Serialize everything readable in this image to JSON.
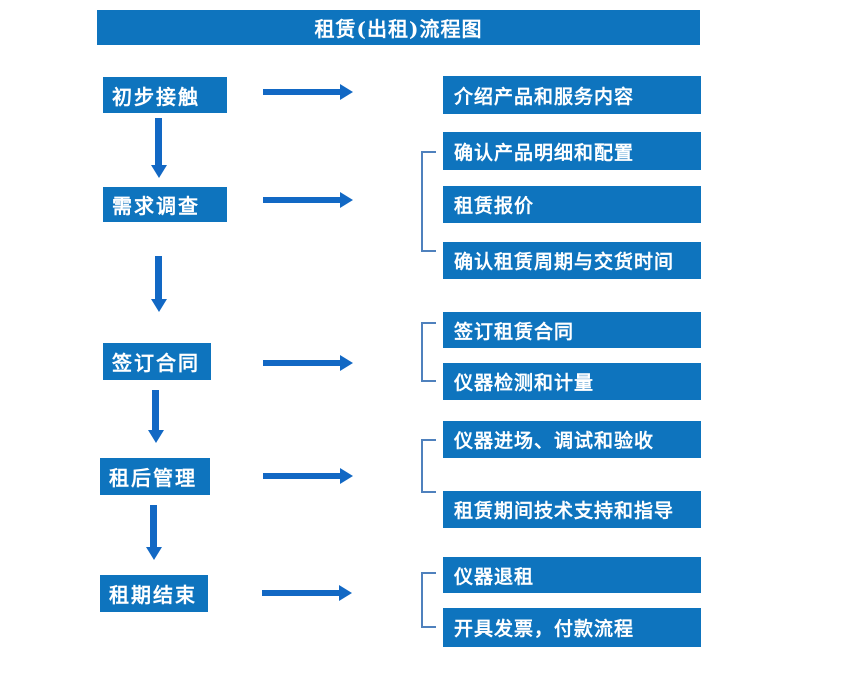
{
  "title": "租赁(出租)流程图",
  "colors": {
    "box_blue": "#0e74be",
    "arrow_blue": "#1268c4",
    "bracket_blue": "#4f81bd",
    "text_white": "#ffffff"
  },
  "left_steps": [
    {
      "label": "初步接触"
    },
    {
      "label": "需求调查"
    },
    {
      "label": "签订合同"
    },
    {
      "label": "租后管理"
    },
    {
      "label": "租期结束"
    }
  ],
  "right_boxes": [
    {
      "label": "介绍产品和服务内容"
    },
    {
      "label": "确认产品明细和配置"
    },
    {
      "label": "租赁报价"
    },
    {
      "label": "确认租赁周期与交货时间"
    },
    {
      "label": "签订租赁合同"
    },
    {
      "label": "仪器检测和计量"
    },
    {
      "label": "仪器进场、调试和验收"
    },
    {
      "label": "租赁期间技术支持和指导"
    },
    {
      "label": "仪器退租"
    },
    {
      "label": "开具发票，付款流程"
    }
  ]
}
